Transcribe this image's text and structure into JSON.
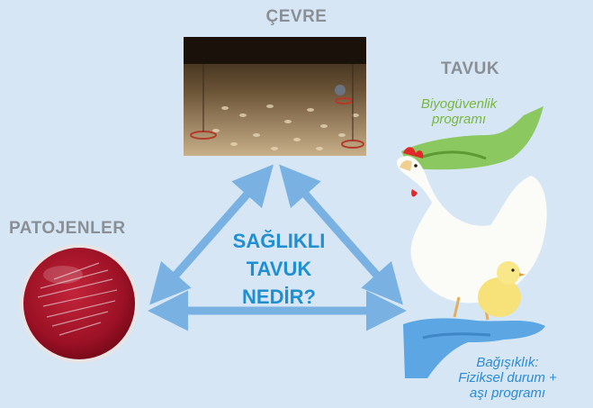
{
  "nodes": {
    "environment": "ÇEVRE",
    "chicken": "TAVUK",
    "pathogens": "PATOJENLER"
  },
  "center_question": [
    "SAĞLIKLI",
    "TAVUK",
    "NEDİR?"
  ],
  "hands": {
    "biosecurity": [
      "Biyogüvenlik",
      "programı"
    ],
    "immunity": [
      "Bağışıklık:",
      "Fiziksel durum +",
      "aşı programı"
    ]
  },
  "images": {
    "environment": "poultry-house-photo",
    "pathogens": "petri-dish-bacteria",
    "chicken": "hen-and-chick"
  },
  "colors": {
    "background": "#d6e6f5",
    "arrow": "#79b2e2",
    "center_text": "#1f8fd2",
    "biosecurity_hand": "#8cc860",
    "immunity_hand": "#5ba6e3",
    "node_label": "#8a8f96"
  }
}
